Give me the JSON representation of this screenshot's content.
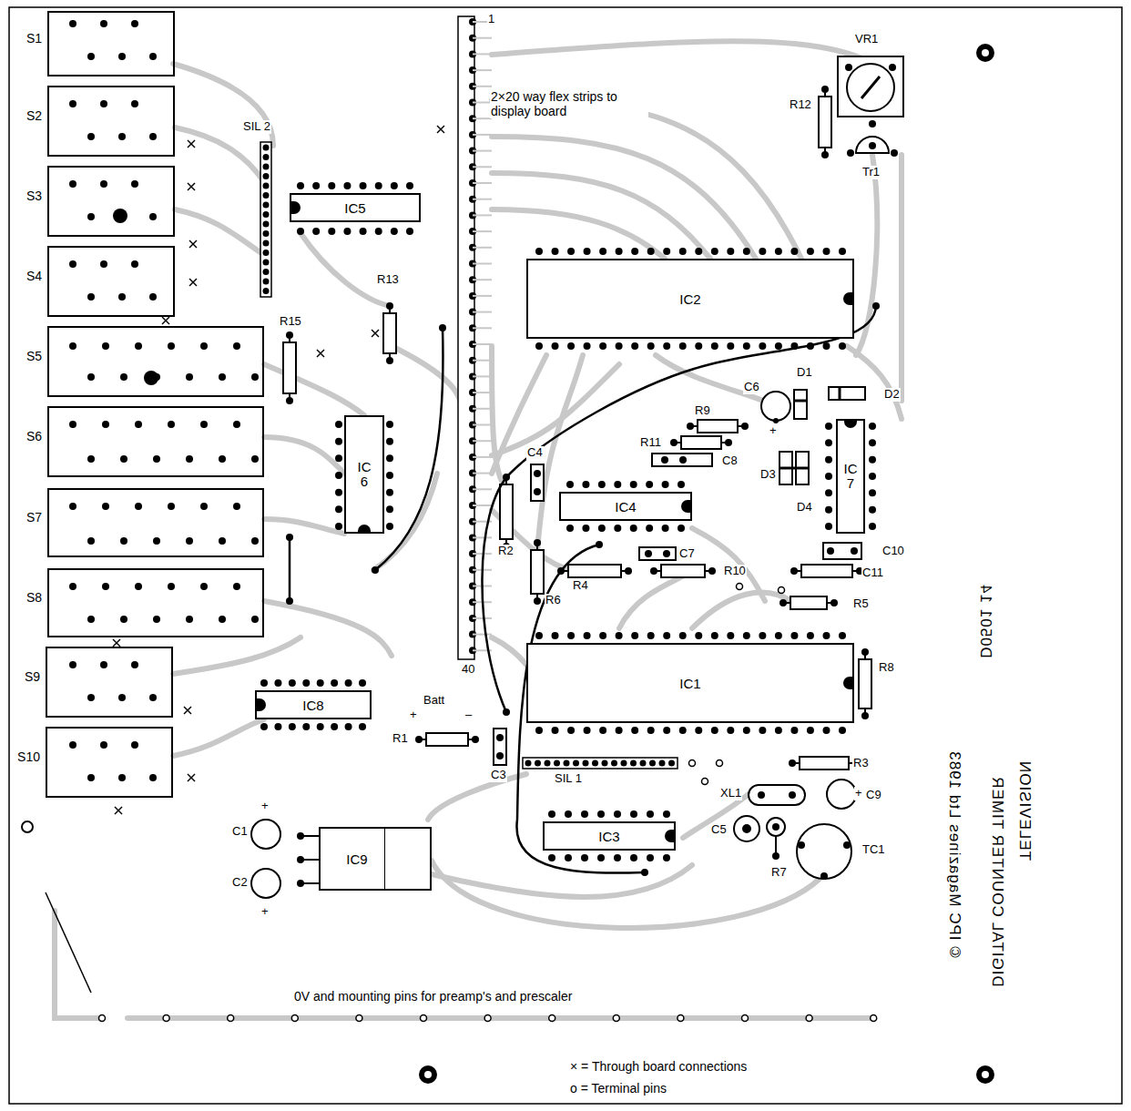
{
  "diagram": {
    "nodes": [
      {
        "text": [
          "S1"
        ]
      },
      {
        "text": [
          "S2"
        ]
      },
      {
        "text": [
          "S3"
        ]
      },
      {
        "text": [
          "S4"
        ]
      },
      {
        "text": [
          "S5"
        ]
      },
      {
        "text": [
          "S6"
        ]
      },
      {
        "text": [
          "S7"
        ]
      },
      {
        "text": [
          "S8"
        ]
      },
      {
        "text": [
          "S9"
        ]
      },
      {
        "text": [
          "S10"
        ]
      },
      {
        "text": [
          "IC5"
        ]
      },
      {
        "text": [
          "IC2"
        ]
      },
      {
        "text": [
          "IC6"
        ]
      },
      {
        "text": [
          "IC4"
        ]
      },
      {
        "text": [
          "IC7"
        ]
      },
      {
        "text": [
          "IC1"
        ]
      },
      {
        "text": [
          "IC8"
        ]
      },
      {
        "text": [
          "IC3"
        ]
      },
      {
        "text": [
          "IC9"
        ]
      }
    ],
    "labels": [
      "1",
      "40",
      "2×20 way flex strips to display board",
      "VR1",
      "R12",
      "Tr1",
      "SIL 2",
      "R13",
      "R15",
      "R2",
      "R6",
      "R4",
      "C4",
      "C6",
      "+",
      "D1",
      "D2",
      "R9",
      "R11",
      "C8",
      "D3",
      "D4",
      "C7",
      "R10",
      "C10",
      "C11",
      "R5",
      "R8",
      "R3",
      "C9",
      "+",
      "XL1",
      "C5",
      "R7",
      "TC1",
      "SIL 1",
      "C3",
      "R1",
      "Batt",
      "+",
      "–",
      "C1",
      "+",
      "C2",
      "+",
      "0V and mounting pins for preamp's and prescaler",
      "× = Through board connections",
      "o = Terminal pins",
      "TELEVISION",
      "DIGITAL COUNTER TIMER",
      "© IPC Magazines Ltd 1983",
      "D0501 14"
    ]
  }
}
